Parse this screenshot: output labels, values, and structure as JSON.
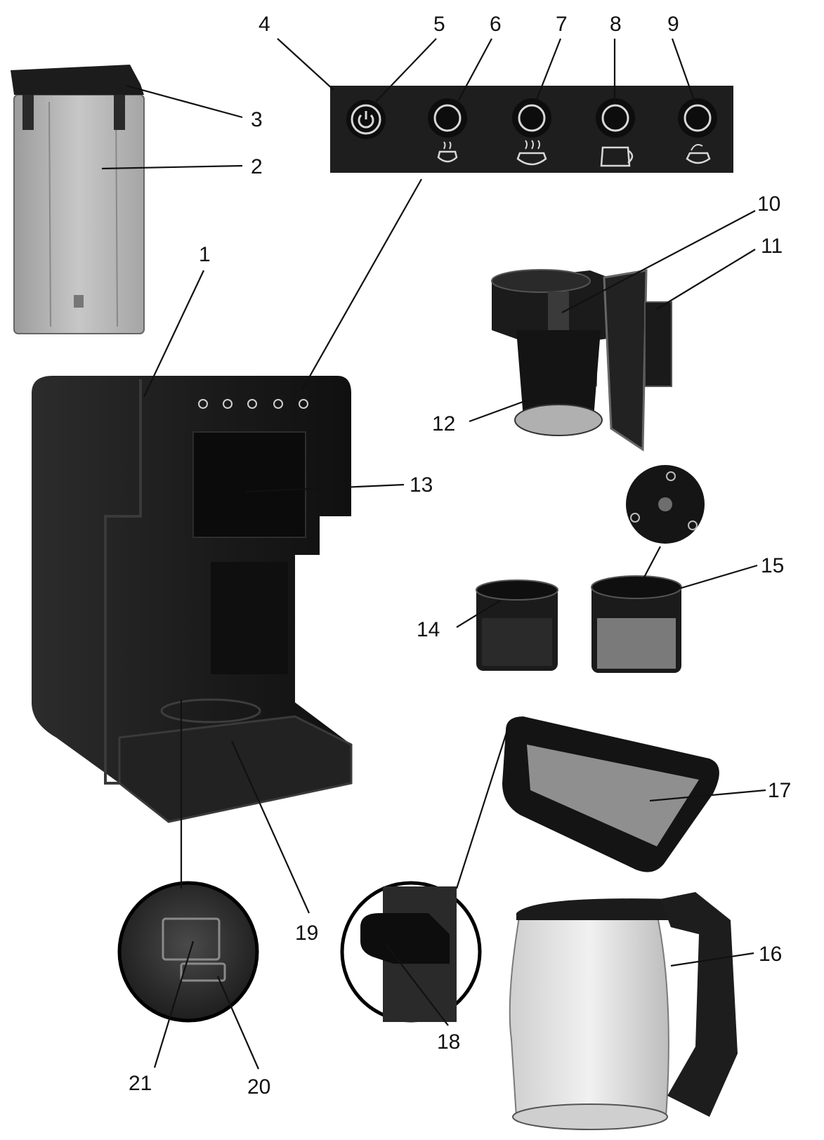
{
  "colors": {
    "panel": "#1e1e1e",
    "body": "#1a1a1a",
    "bodyHighlight": "#3a3a3a",
    "tank": "#b9b9b9",
    "line": "#111111",
    "ring": "#d8d8d8",
    "grid": "#8f8f8f",
    "glass": "#e6e6e6"
  },
  "callouts": {
    "c1": "1",
    "c2": "2",
    "c3": "3",
    "c4": "4",
    "c5": "5",
    "c6": "6",
    "c7": "7",
    "c8": "8",
    "c9": "9",
    "c10": "10",
    "c11": "11",
    "c12": "12",
    "c13": "13",
    "c14": "14",
    "c15": "15",
    "c16": "16",
    "c17": "17",
    "c18": "18",
    "c19": "19",
    "c20": "20",
    "c21": "21"
  }
}
